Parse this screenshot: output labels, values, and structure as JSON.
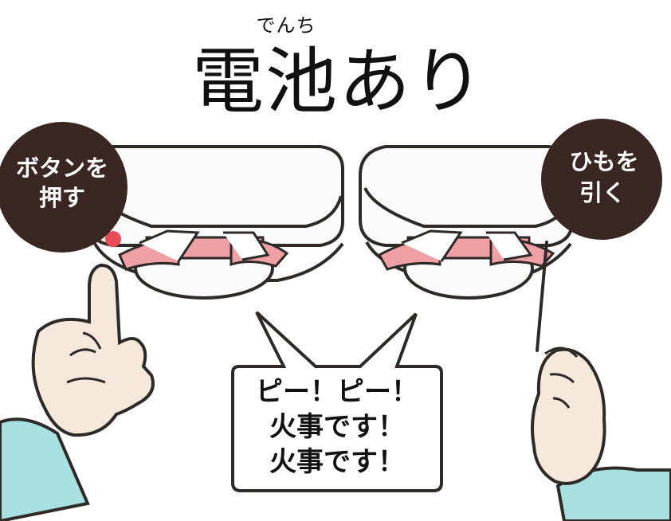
{
  "title": {
    "ruby": "でんち",
    "main": "電池あり"
  },
  "left_badge": {
    "line1": "ボタンを",
    "line2": "押す"
  },
  "right_badge": {
    "line1": "ひもを",
    "line2": "引く"
  },
  "speech_bubble": {
    "line1": "ピー！ピー！",
    "line2": "火事です！",
    "line3": "火事です！"
  },
  "colors": {
    "badge": "#3a2723",
    "outline": "#2e2a28",
    "pink": "#efa0a5",
    "red_dot": "#e84c59",
    "sleeve": "#a8dfe0",
    "skin": "#f7e8dc",
    "background": "#ffffff"
  }
}
